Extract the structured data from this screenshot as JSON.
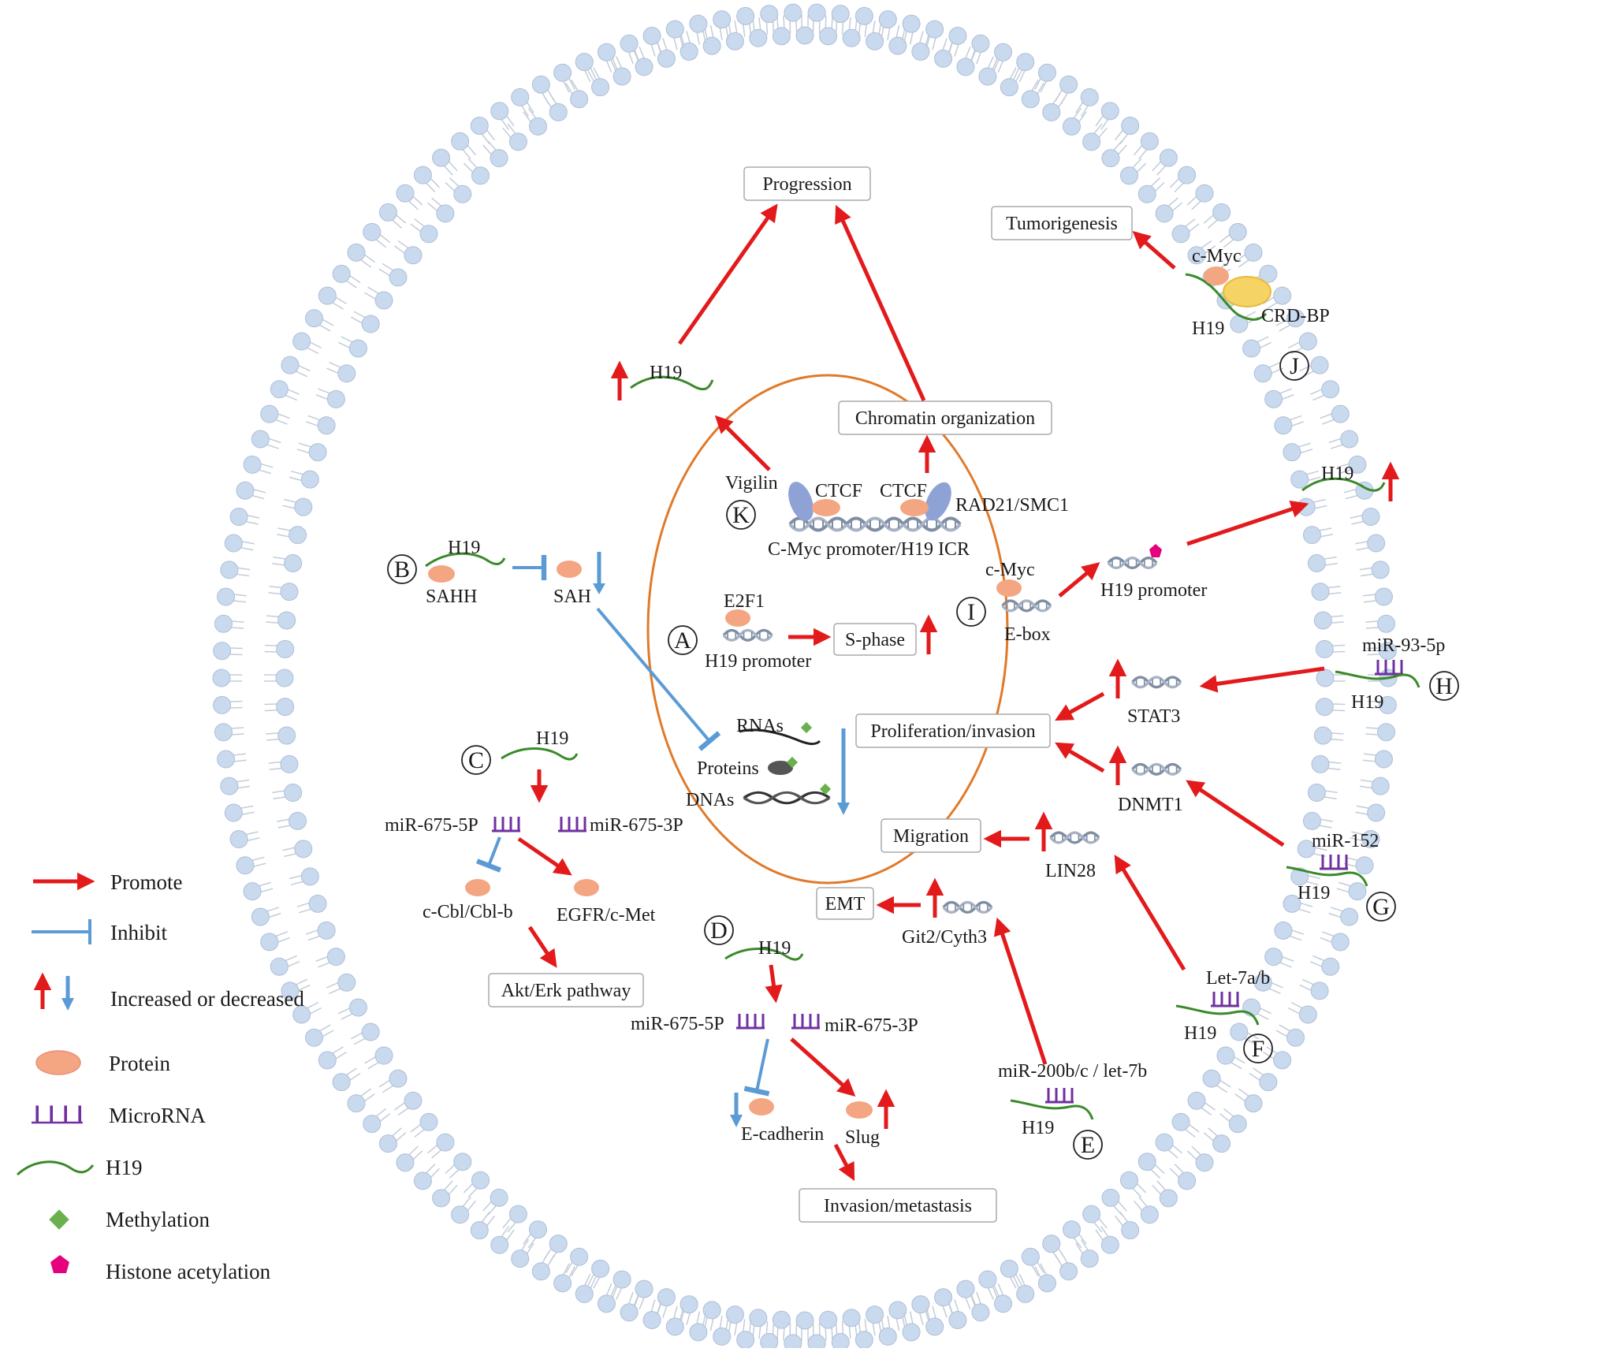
{
  "colors": {
    "promote": "#e31a1c",
    "inhibit": "#5b9bd5",
    "protein": "#f4a582",
    "mirna": "#7030a0",
    "h19": "#3a8a2a",
    "methylation": "#6ab04c",
    "acetylation": "#e6007e",
    "nucleus": "#e07a2a",
    "membrane": "#c9d9ee"
  },
  "boxes": {
    "progression": "Progression",
    "tumorigenesis": "Tumorigenesis",
    "chromatin": "Chromatin organization",
    "sphase": "S-phase",
    "prolif": "Proliferation/invasion",
    "migration": "Migration",
    "emt": "EMT",
    "akt": "Akt/Erk pathway",
    "invasion": "Invasion/metastasis"
  },
  "labels": {
    "h19": "H19",
    "cmyc": "c-Myc",
    "crdbp": "CRD-BP",
    "vigilin": "Vigilin",
    "ctcf": "CTCF",
    "rad21": "RAD21/SMC1",
    "icr": "C-Myc promoter/H19  ICR",
    "h19promoter": "H19 promoter",
    "ebox": "E-box",
    "e2f1": "E2F1",
    "sahh": "SAHH",
    "sah": "SAH",
    "rnas": "RNAs",
    "proteins": "Proteins",
    "dnas": "DNAs",
    "stat3": "STAT3",
    "dnmt1": "DNMT1",
    "lin28": "LIN28",
    "git2": "Git2/Cyth3",
    "mir93": "miR-93-5p",
    "mir152": "miR-152",
    "let7ab": "Let-7a/b",
    "mir200": "miR-200b/c / let-7b",
    "mir675_5p": "miR-675-5P",
    "mir675_3p": "miR-675-3P",
    "ccbl": "c-Cbl/Cbl-b",
    "egfr": "EGFR/c-Met",
    "ecad": "E-cadherin",
    "slug": "Slug"
  },
  "letters": {
    "A": "A",
    "B": "B",
    "C": "C",
    "D": "D",
    "E": "E",
    "F": "F",
    "G": "G",
    "H": "H",
    "I": "I",
    "J": "J",
    "K": "K"
  },
  "legend": {
    "promote": "Promote",
    "inhibit": "Inhibit",
    "updown": "Increased or decreased",
    "protein": "Protein",
    "microrna": "MicroRNA",
    "h19": "H19",
    "methylation": "Methylation",
    "acetylation": "Histone acetylation"
  }
}
